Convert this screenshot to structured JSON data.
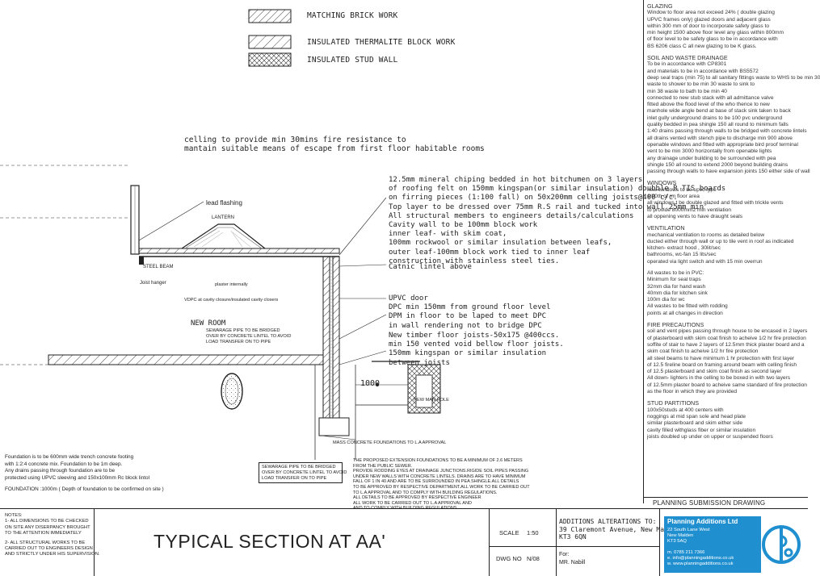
{
  "legend": [
    {
      "label": "MATCHING BRICK WORK"
    },
    {
      "label": "INSULATED THERMALITE BLOCK WORK"
    },
    {
      "label": "INSULATED STUD WALL"
    }
  ],
  "ceiling_note": [
    "celling to provide min 30mins fire resistance to",
    "mantain suitable means of escape from first floor habitable rooms"
  ],
  "roof_note": [
    "12.5mm mineral chiping bedded in hot bitchumen on 3 layers",
    "of roofing felt on 150mm kingspan(or similar insulation) doubble R TIS boards",
    "on firring pieces (1:100 fall) on 50x200mm celling joists@400 c/c.",
    "Top layer to be dressed over 75mm R.S rail and tucked into wall 25mm min",
    "All structural members to engineers details/calculations"
  ],
  "wall_note": [
    "Cavity wall to be 100mm block work",
    "inner leaf- with skim coat,",
    "100mm rockwool or similar insulation between leafs,",
    "outer leaf-100mm block work tied to inner leaf",
    "construction with stainless steel ties."
  ],
  "lintel_note": "Catnic lintel above",
  "door_note": [
    "UPVC door",
    "DPC min 150mm from ground floor level",
    "DPM in floor to be laped to meet DPC",
    "in wall rendering not to bridge DPC"
  ],
  "floor_note": [
    "New timber floor joists-50x175 @400ccs.",
    "min 150 vented void bellow floor joists.",
    "150mm kingspan or similar insulation",
    "between joists"
  ],
  "drawing_labels": {
    "lead_flashing": "lead flashing",
    "lantern": "LANTERN",
    "steel_beam": "STEEL BEAM",
    "joist_hanger": "Joist hanger",
    "plaster": "plaster internally",
    "vdpc": "VDPC at cavity closure/insulated cavity closers",
    "new_room": "NEW ROOM",
    "sewage_inner": [
      "SEWARAGE PIPE TO BE BRIDGED",
      "OVER BY CONCRETE LINTEL TO AVOID",
      "LOAD TRANSFER ON TO PIPE"
    ],
    "dim_1000": "1000",
    "manhole": "NEW MAN HOLE",
    "mass_concrete": "MASS CONCRETE FOUNDATIONS TO L.A APPROVAL"
  },
  "foundation_note": [
    "Foundation is to be 600mm wide trench concrete footing",
    "with 1:2:4 concrete mix. Foundation to be 1m deep.",
    "Any drains passing through foundation are to be",
    "protected using UPVC sleeving and 150x100mm Rc block lintol",
    "",
    "FOUNDATION :1000m ( Depth of foundation to be confirmed on site )"
  ],
  "sewage_box": [
    "SEWARAGE PIPE TO BE BRIDGED",
    "OVER BY CONCRETE LINTEL TO AVOID",
    "LOAD TRANSFER ON TO PIPE"
  ],
  "extension_note": [
    "THE PROPOSED EXTENSION FOUNDATIONS TO BE A MINIMUM OF 2.6 METERS",
    "FROM THE PUBLIC SEWER.",
    "PROVIDE RODDING EYES AT DRAINAGE JUNCTIONS.RIGIDE SOIL PIPES PASSING",
    "UNDER NEW WALLS WITH CONCRETE LINTELS. DRAINS ARE TO HAVE MINIMUM",
    "FALL OF 1 IN 40 AND ARE TO BE SURROUNDED IN PEA SHINGLE.ALL DETAILS",
    "TO BE APPROVED BY RESPECTIVE DEPARTMENT.ALL WORK TO BE CARRIED OUT",
    "TO L.A APPROVAL AND TO COMPLY WITH BUILDING REGULATIONS.",
    "ALL DETAILS TO BE APPROVED BY RESPECTIVE ENGINEER",
    "ALL WORK TO BE CARRIED OUT TO L.A APPROVAL AND",
    "AND TO COMPLY WITH BUILDING REGULATIONS."
  ],
  "spec_sections": [
    {
      "title": "GLAZING",
      "lines": [
        "Window to floor area not exceed 24% ( double glazing",
        "UPVC frames only) glazed doors and adjacent glass",
        "within 300 mm of door to incorporate safety glass to",
        "min height 1500 above floor level any glass within 800mm",
        "of floor level to be safety glass to be in accordance with",
        "BS 6206 class C all new glazing to be K glass."
      ]
    },
    {
      "title": "SOIL AND WASTE DRAINAGE",
      "lines": [
        "To be in accordance with CP8301",
        "and materials to be in accordance with BS5572",
        "deep seal traps (min 75) to all sanitary fittings waste to WHS to be min 30",
        "waste to shower to be min 30 waste to sink to",
        "min 38 waste to bath to be min 40",
        "connected to new stub stack with all admittance valve",
        "fitted above the flood level of the who thence to new",
        "manhole wide angle bend at base of stack sink taken to back",
        "inlet gully underground drains to be 100 pvc underground",
        "quality bedded in pea shingle 150 all round to minimum falls",
        "1:40 drains passing through walls to be bridged with concrete lintels",
        "all drains vented with stench pipe to discharge min 900 above",
        "openable windows and fitted with appropriate bird proof terminal",
        "vent to be min 3000 horizontally from openable lights",
        "any drainage under building to be surrounded with pea",
        "shingle 150 all round to extend 2000 beyond building drains",
        "passing through walls to have expansion joints 150 either side of wall"
      ]
    },
    {
      "title": "WINDOWS",
      "lines": [
        "new windows to be upvc type",
        "1/20th of rm floor area",
        "all windows t be double glazed and fitted with trickle vents",
        "to provide 8000mm2 min ventilation",
        "all oppening vents to have draught seals"
      ]
    },
    {
      "title": "VENTILATION",
      "lines": [
        "mechanical ventilation to rooms as detailed below",
        "ducted either through wall or up to tile vent in roof as indicated",
        "kitchen- extract hood , 30lit/sec",
        "bathrooms, wc-fan 15 lits/sec",
        "operated via light switch and with 15 min overrun"
      ]
    },
    {
      "title": "",
      "lines": [
        "All wastes to be in PVC:",
        "Minimum for seal  traps",
        "32mm dia for hand wash",
        "40mm dia for kitchen sink",
        "100m dia for wc",
        "All wastes to be fitted with rodding",
        "points at all changes in direction"
      ]
    },
    {
      "title": "FIRE PRECAUTIONS",
      "lines": [
        "soil and vent pipes passing through house to be encased in 2 layers",
        "of plasterboard with skim coat finish to acheive 1/2 hr fire protection",
        "soffite of stair to have 2 layers of 12.5mm thick plaster board and a",
        "skim coat finish to acheive 1/2 hr fire protection",
        "all steel beams to have minimum 1 hr protection with first layer",
        "of 12.5 fireline board on framing around beam with celling finish",
        "of 12.5 plasterboard and skim coat finish as second layer",
        "All down- lighters in the celling to be boxed in with two layers",
        "of 12.5mm plaster board to acheive same standard of fire protection",
        "as the floor in which they are provided"
      ]
    },
    {
      "title": "STUD PARTITIONS",
      "lines": [
        "100x50studs at 400 centers with",
        "noggings at mid span sole and head plate",
        "similar plasterboard and skim either side",
        "cavity filled withglass fiber or similar insulation",
        "joists doubled up under on upper or suspended floors"
      ]
    }
  ],
  "submission_label": "PLANNING SUBMISSION DRAWING",
  "title_block": {
    "notes": [
      "NOTES:",
      "1- ALL DIMENSIONS TO BE CHECKED",
      "ON SITE ANY DISERPANCY BROUGHT",
      "TO THE ATTENTION IMMEDIATELY",
      "",
      "2- ALL STRUCTURAL WORKS TO BE",
      "CARRIED OUT TO ENGINEERS DESIGN",
      "AND STRICTLY UNDER HIS SUPERVISION."
    ],
    "title": "TYPICAL SECTION AT AA'",
    "scale_label": "SCALE",
    "scale_value": "1:50",
    "dwg_label": "DWG NO",
    "dwg_value": "N/08",
    "project_heading": "ADDITIONS ALTERATIONS TO:",
    "project_address": [
      "39 Claremont Avenue, New Malden,",
      "KT3 6QN"
    ],
    "for_label": "For:",
    "client": "MR. Nabill"
  },
  "company": {
    "name": "Planning Additions Ltd",
    "address": [
      "22 South Lane West",
      "New Malden",
      "KT3 5AQ"
    ],
    "phone": "m. 0785 211 7366",
    "email": "e. info@planningadditions.co.uk",
    "web": "w. www.planningadditions.co.uk",
    "color": "#1f8fd0"
  }
}
